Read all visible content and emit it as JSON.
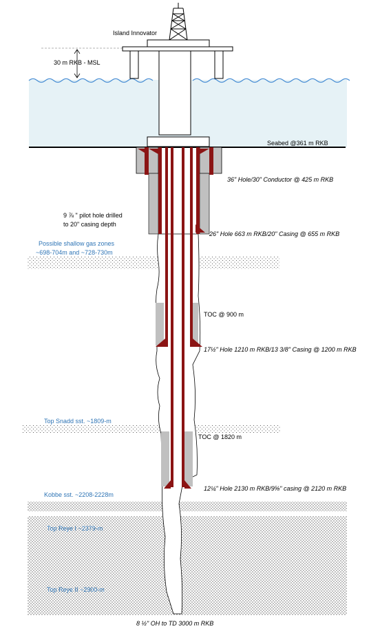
{
  "rig": {
    "name": "Island Innovator",
    "rkb_msl": "30 m RKB - MSL"
  },
  "seabed": "Seabed @361  m RKB",
  "pilot_hole_note": {
    "line1": "9 ⅞ \" pilot hole drilled",
    "line2": "to 20\" casing depth"
  },
  "shallow_gas": {
    "line1": "Possible shallow gas zones",
    "line2": "~698-704m and ~728-730m"
  },
  "casings": [
    {
      "label": "36\" Hole/30\" Conductor @ 425 m RKB"
    },
    {
      "label": "26\" Hole 663 m RKB/20\" Casing @ 655 m RKB"
    },
    {
      "label": "17½\" Hole 1210 m RKB/13 3/8\" Casing @ 1200 m RKB"
    },
    {
      "label": "12¼\" Hole 2130 m RKB/9⅝\" casing @ 2120 m RKB"
    }
  ],
  "toc": [
    {
      "label": "TOC @ 900 m"
    },
    {
      "label": "TOC @ 1820 m"
    }
  ],
  "formations": [
    {
      "label": "Top Snadd sst. ~1809-m"
    },
    {
      "label": "Kobbe sst. ~2208-2228m"
    },
    {
      "label": "Top Reye I ~2379-m"
    },
    {
      "label": "Top Reye II ~2900-m"
    }
  ],
  "td": "8 ½\" OH to TD 3000 m RKB",
  "colors": {
    "water": "#e6f2f6",
    "wave": "#4a8fd4",
    "casing_red": "#8b1414",
    "cement": "#c0c0c0",
    "formation_blue": "#2e74b5"
  }
}
